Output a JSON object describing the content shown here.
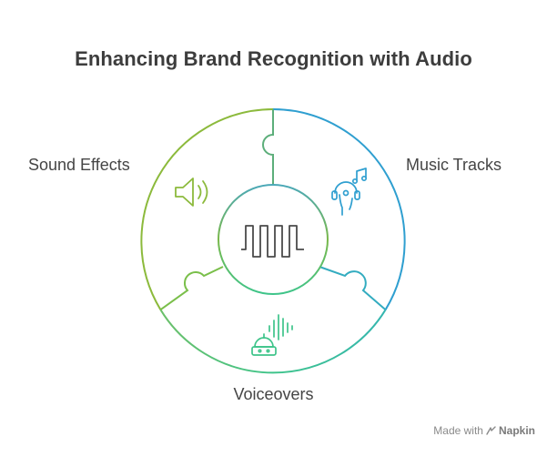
{
  "title": "Enhancing Brand Recognition with Audio",
  "segments": [
    {
      "label": "Sound Effects",
      "icon": "speaker-icon",
      "color": "#8cba3c"
    },
    {
      "label": "Music Tracks",
      "icon": "headphones-music-icon",
      "color": "#2f9fd0"
    },
    {
      "label": "Voiceovers",
      "icon": "voice-assistant-icon",
      "color": "#3ec48a"
    }
  ],
  "center_icon": "sound-wave-icon",
  "watermark": {
    "prefix": "Made with",
    "brand": "Napkin"
  }
}
